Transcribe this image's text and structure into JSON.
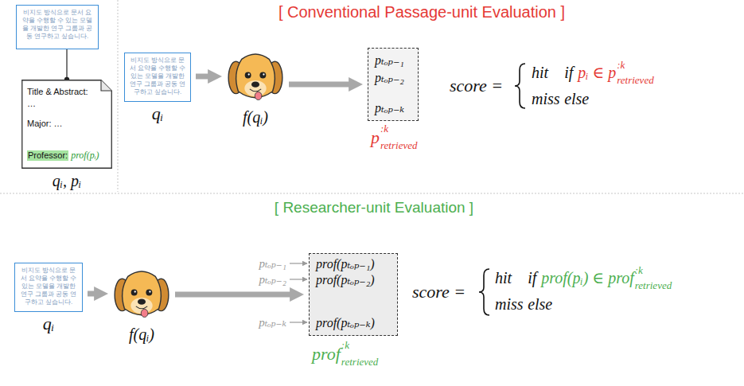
{
  "diagram": {
    "nodes": [
      {
        "text": [
          "비지도 방식으로 문서 요약을 수행할 수 있는 모델을 개발한 연구 그룹과 공동 연구하고 싶습니다."
        ]
      },
      {
        "text": [
          "Title & Abstract:",
          "…",
          "Major: …",
          "Professor:",
          "prof(pᵢ)"
        ]
      },
      {
        "text": [
          "비지도 방식으로 문서 요약을 수행할 수 있는 모델을 개발한 연구 그룹과 공동 연구하고 싶습니다.",
          "qᵢ"
        ]
      },
      {
        "text": [
          "f(qᵢ)"
        ]
      },
      {
        "text": [
          "pₜₒₚ₋₁",
          "pₜₒₚ₋₂",
          "pₜₒₚ₋ₖ"
        ]
      },
      {
        "text": [
          "비지도 방식으로 문서 요약을 수행할 수 있는 모델을 개발한 연구 그룹과 공동 연구하고 싶습니다.",
          "qᵢ"
        ]
      },
      {
        "text": [
          "f(qᵢ)"
        ]
      },
      {
        "text": [
          "prof(pₜₒₚ₋₁)",
          "prof(pₜₒₚ₋₂)",
          "prof(pₜₒₚ₋ₖ)"
        ]
      }
    ],
    "edges": [
      {
        "from": 0,
        "to": 1,
        "arrow": "none"
      },
      {
        "from": 2,
        "to": 3,
        "arrow": "to"
      },
      {
        "from": 3,
        "to": 4,
        "arrow": "to"
      },
      {
        "from": 5,
        "to": 6,
        "arrow": "to"
      },
      {
        "from": 6,
        "to": 7,
        "arrow": "to"
      }
    ],
    "labels": [
      "[ Conventional Passage-unit Evaluation ]",
      "qᵢ, pᵢ",
      "p",
      ":k",
      "retrieved",
      "score =",
      "hit",
      "if",
      "pᵢ ∈ p",
      ":k",
      "retrieved",
      "miss",
      "else",
      "[ Researcher-unit Evaluation ]",
      "pₜₒₚ₋₁",
      "pₜₒₚ₋₂",
      "pₜₒₚ₋ₖ",
      "prof",
      ":k",
      "retrieved",
      "score =",
      "hit",
      "if",
      "prof(pᵢ) ∈ prof",
      ":k",
      "retrieved",
      "miss",
      "else"
    ]
  }
}
